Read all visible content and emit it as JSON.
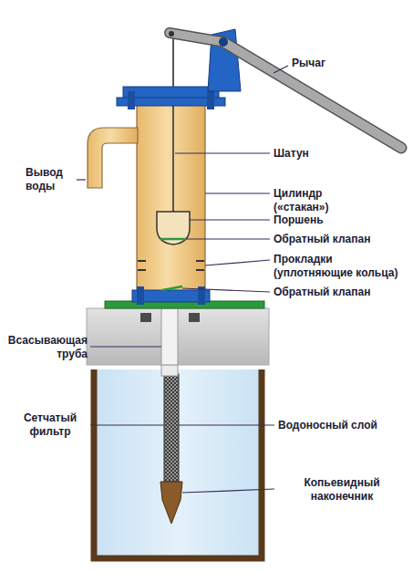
{
  "diagram": {
    "labels": [
      "Рычаг",
      "Вывод воды",
      "Шатун",
      "Цилиндр («стакан»)",
      "Поршень",
      "Обратный клапан",
      "Прокладки (уплотняющие кольца)",
      "Обратный клапан",
      "Всасывающая труба",
      "Сетчатый фильтр",
      "Водоносный слой",
      "Копьевидный наконечник"
    ]
  }
}
